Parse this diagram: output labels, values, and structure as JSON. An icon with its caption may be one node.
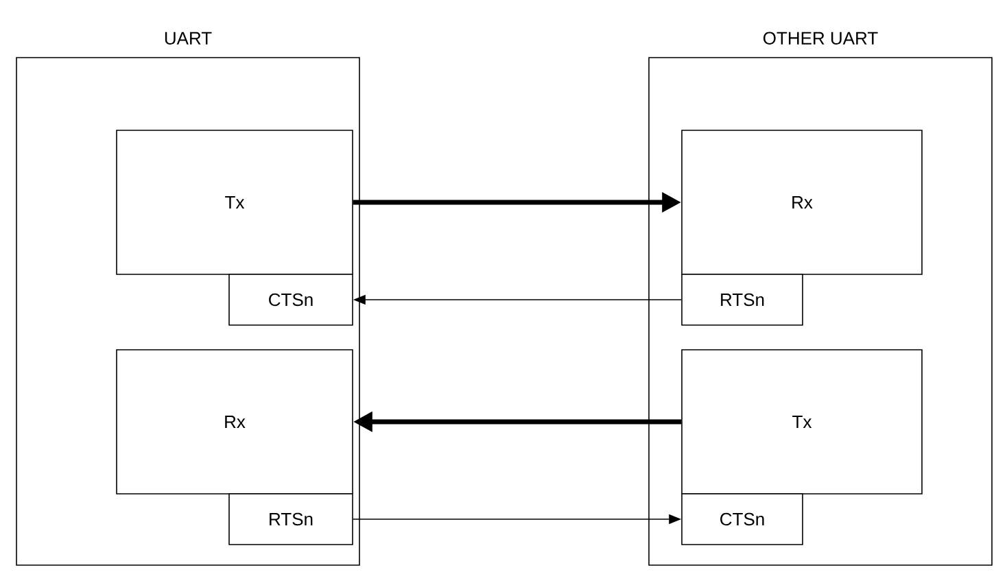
{
  "diagram": {
    "nodes": [
      {
        "text": [
          "UART"
        ]
      },
      {
        "text": [
          "Tx"
        ],
        "in": 0
      },
      {
        "text": [
          "CTSn"
        ],
        "in": 0
      },
      {
        "text": [
          "Rx"
        ],
        "in": 0
      },
      {
        "text": [
          "RTSn"
        ],
        "in": 0
      },
      {
        "text": [
          "OTHER UART"
        ]
      },
      {
        "text": [
          "Rx"
        ],
        "in": 5
      },
      {
        "text": [
          "RTSn"
        ],
        "in": 5
      },
      {
        "text": [
          "Tx"
        ],
        "in": 5
      },
      {
        "text": [
          "CTSn"
        ],
        "in": 5
      }
    ],
    "edges": [
      {
        "from": 1,
        "to": 6,
        "arrow": "to",
        "style": "thick"
      },
      {
        "from": 7,
        "to": 2,
        "arrow": "to"
      },
      {
        "from": 8,
        "to": 3,
        "arrow": "to",
        "style": "thick"
      },
      {
        "from": 4,
        "to": 9,
        "arrow": "to"
      }
    ]
  }
}
